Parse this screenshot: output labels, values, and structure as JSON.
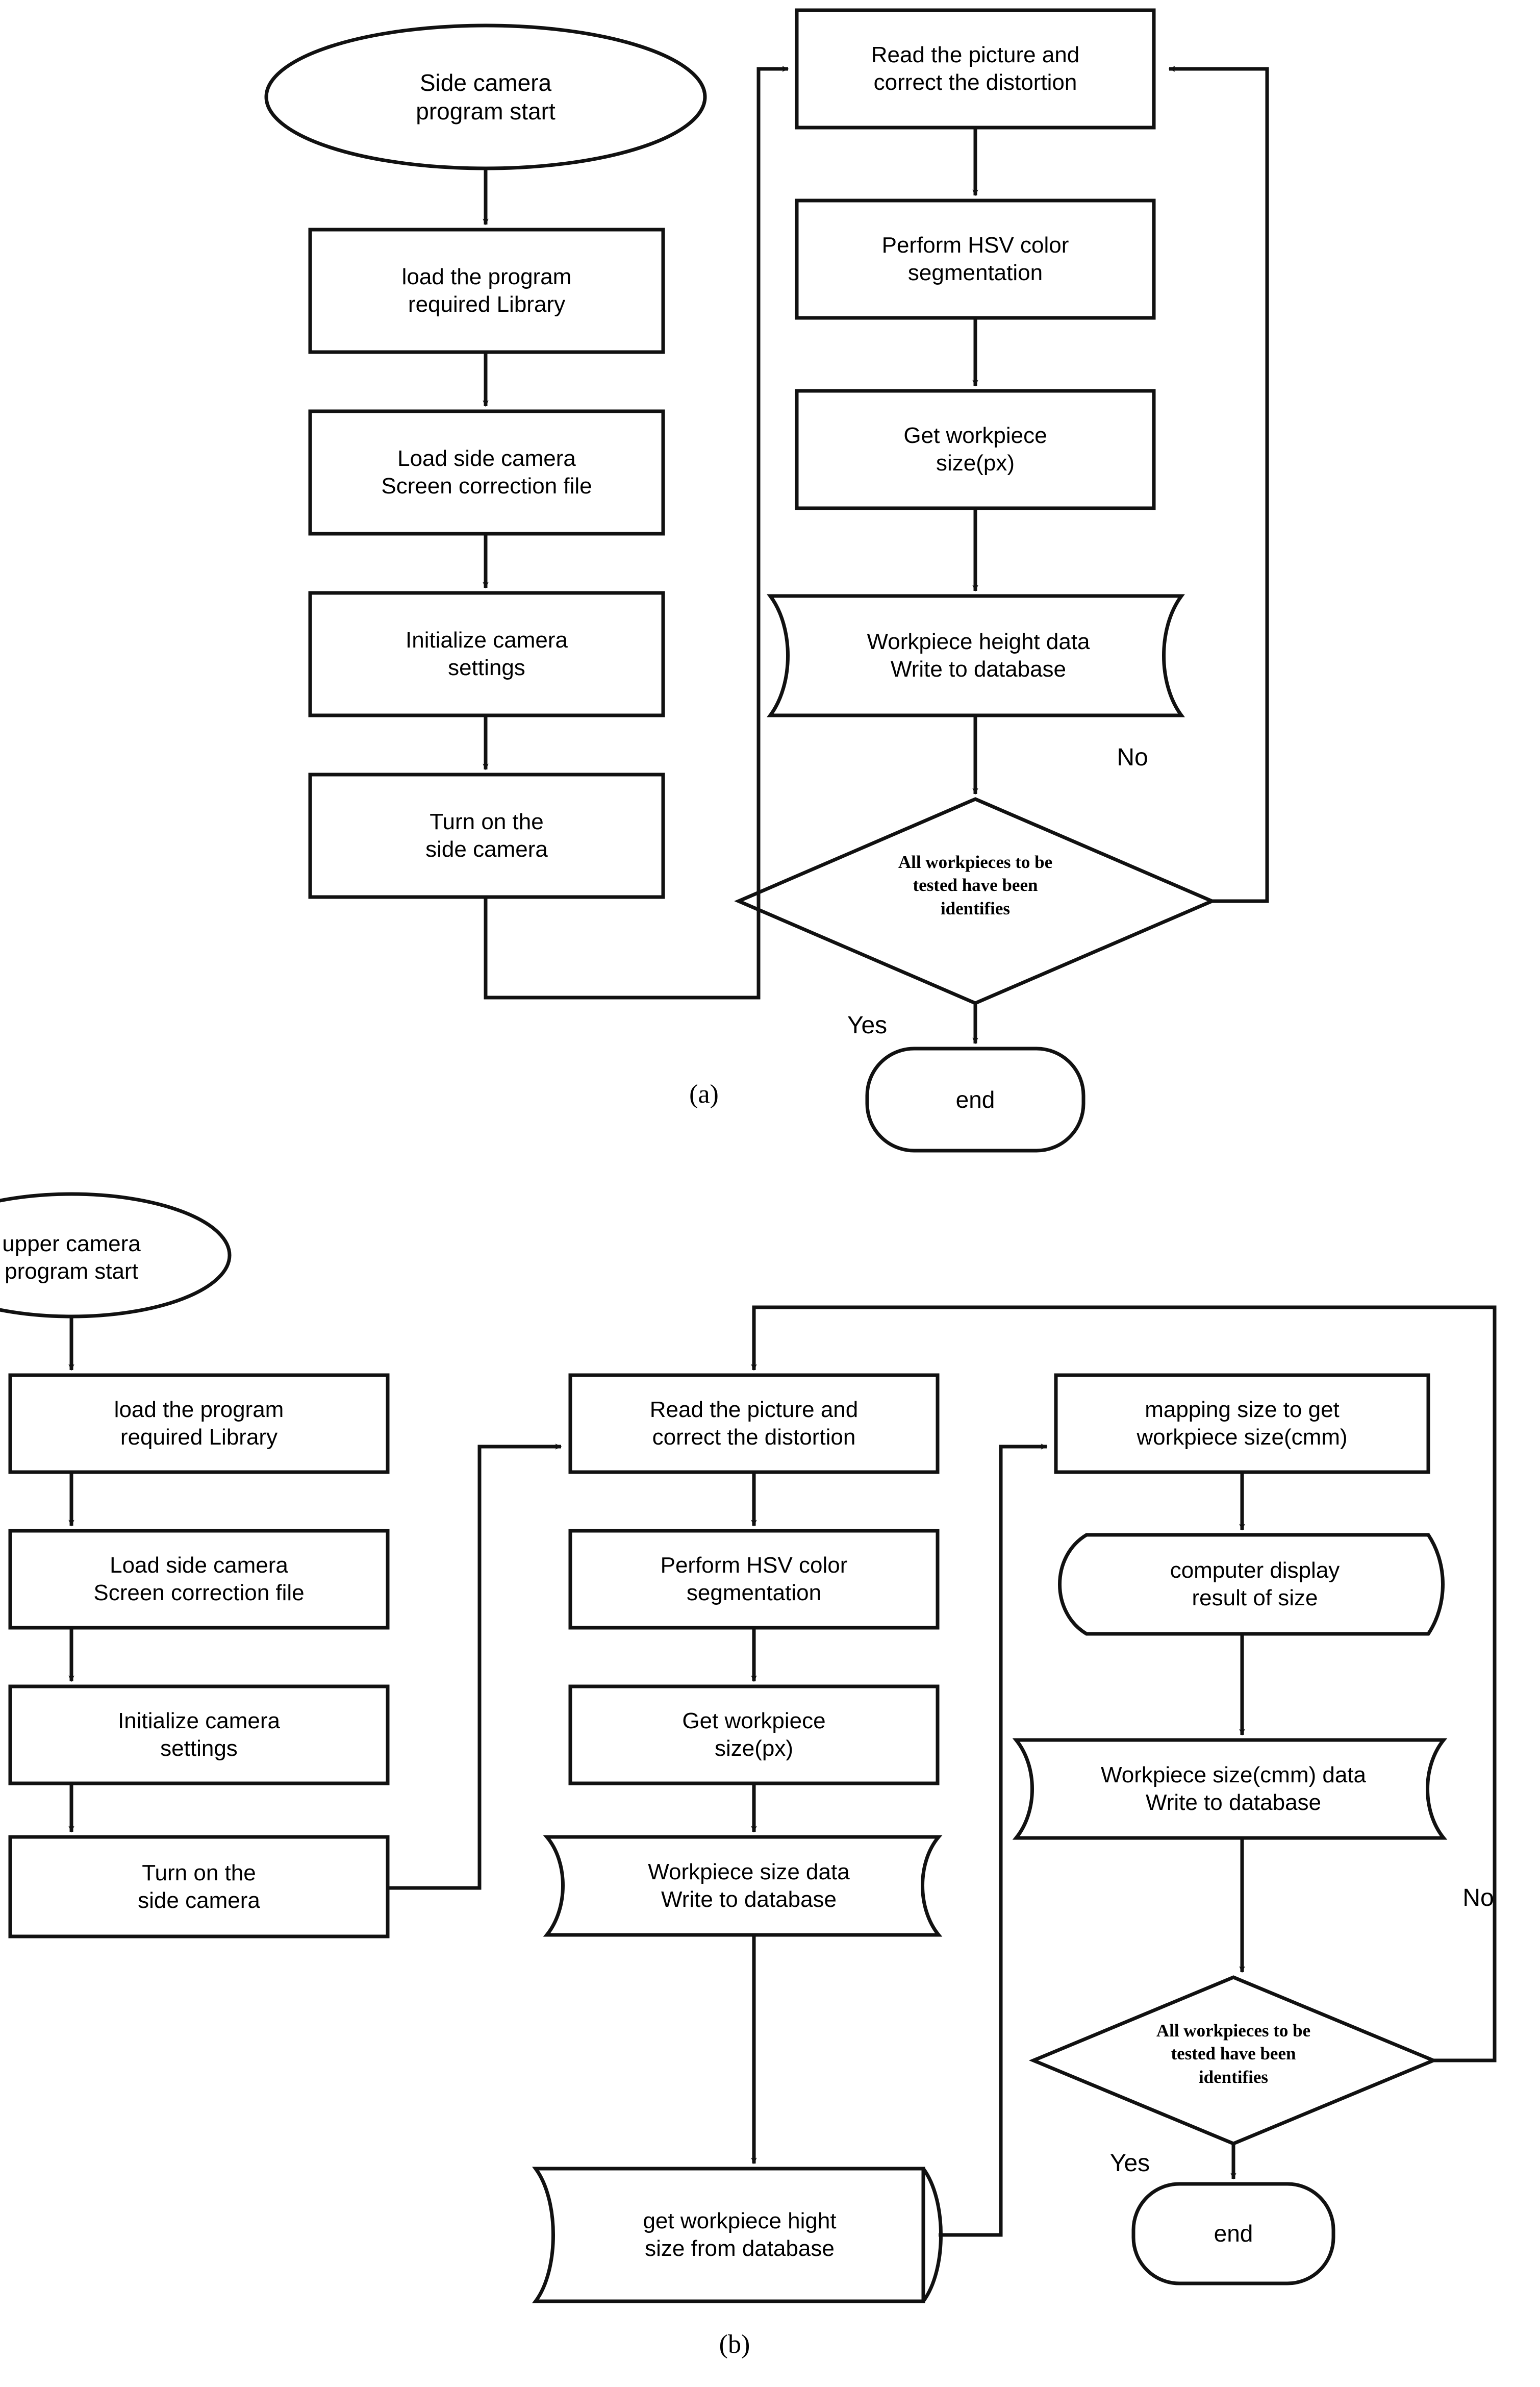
{
  "figure": {
    "captions": {
      "a": "(a)",
      "b": "(b)"
    },
    "stroke_color": "#111111",
    "fill_color": "#ffffff",
    "background": "#ffffff"
  },
  "diagram_a": {
    "caption": "(a)",
    "nodes": {
      "start": {
        "shape": "ellipse",
        "label": "Side camera\nprogram start"
      },
      "load_library": {
        "shape": "process",
        "label": "load the program\nrequired Library"
      },
      "load_corr": {
        "shape": "process",
        "label": "Load side camera\nScreen correction file"
      },
      "init_cam": {
        "shape": "process",
        "label": "Initialize camera\nsettings"
      },
      "turn_on": {
        "shape": "process",
        "label": "Turn on the\nside camera"
      },
      "read_pic": {
        "shape": "process",
        "label": "Read the picture and\ncorrect the distortion"
      },
      "hsv": {
        "shape": "process",
        "label": "Perform HSV color\nsegmentation"
      },
      "get_size": {
        "shape": "process",
        "label": "Get workpiece\nsize(px)"
      },
      "write_db": {
        "shape": "document",
        "label": "Workpiece height data\nWrite to database"
      },
      "decision": {
        "shape": "decision",
        "label": "All workpieces to be\ntested have been\nidentifies"
      },
      "end": {
        "shape": "terminator",
        "label": "end"
      }
    },
    "edge_labels": {
      "no": "No",
      "yes": "Yes"
    }
  },
  "diagram_b": {
    "caption": "(b)",
    "nodes": {
      "start": {
        "shape": "ellipse",
        "label": "upper camera\nprogram start"
      },
      "load_library": {
        "shape": "process",
        "label": "load the program\nrequired Library"
      },
      "load_corr": {
        "shape": "process",
        "label": "Load side camera\nScreen correction file"
      },
      "init_cam": {
        "shape": "process",
        "label": "Initialize camera\nsettings"
      },
      "turn_on": {
        "shape": "process",
        "label": "Turn on the\nside camera"
      },
      "read_pic": {
        "shape": "process",
        "label": "Read the picture and\ncorrect the distortion"
      },
      "hsv": {
        "shape": "process",
        "label": "Perform HSV color\nsegmentation"
      },
      "get_size": {
        "shape": "process",
        "label": "Get workpiece\nsize(px)"
      },
      "write_size_db": {
        "shape": "document",
        "label": "Workpiece size data\nWrite to database"
      },
      "get_height_db": {
        "shape": "database",
        "label": "get workpiece hight\nsize from database"
      },
      "mapping": {
        "shape": "process",
        "label": "mapping size to get\nworkpiece size(cmm)"
      },
      "display": {
        "shape": "display",
        "label": "computer display\nresult of size"
      },
      "write_cmm_db": {
        "shape": "document",
        "label": "Workpiece size(cmm) data\nWrite to database"
      },
      "decision": {
        "shape": "decision",
        "label": "All workpieces to be\ntested have been\nidentifies"
      },
      "end": {
        "shape": "terminator",
        "label": "end"
      }
    },
    "edge_labels": {
      "no": "No",
      "yes": "Yes"
    }
  }
}
